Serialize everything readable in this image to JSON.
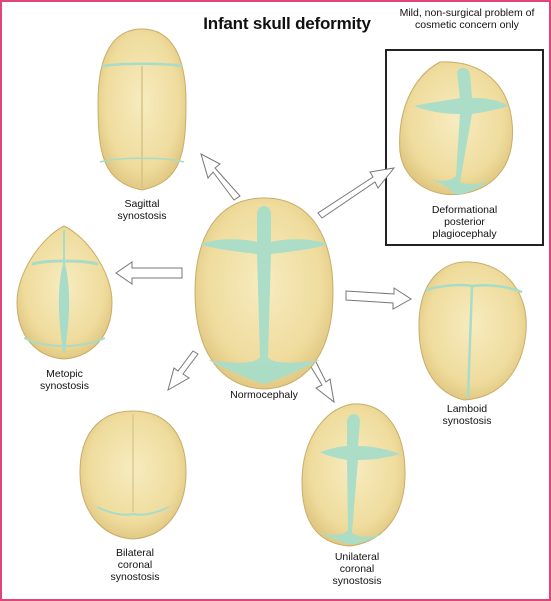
{
  "title": "Infant skull deformity",
  "note": "Mild, non-surgical problem of cosmetic concern only",
  "labels": {
    "sagittal": "Sagittal synostosis",
    "metopic": "Metopic synostosis",
    "normocephaly": "Normocephaly",
    "bilateral": "Bilateral coronal synostosis",
    "deformational": "Deformational posterior plagiocephaly",
    "lamboid": "Lamboid synostosis",
    "unilateral": "Unilateral coronal synostosis"
  },
  "colors": {
    "border": "#e0457a",
    "bone": "#f0dfa4",
    "suture": "#a8dcc8",
    "arrow": "#ffffff"
  }
}
